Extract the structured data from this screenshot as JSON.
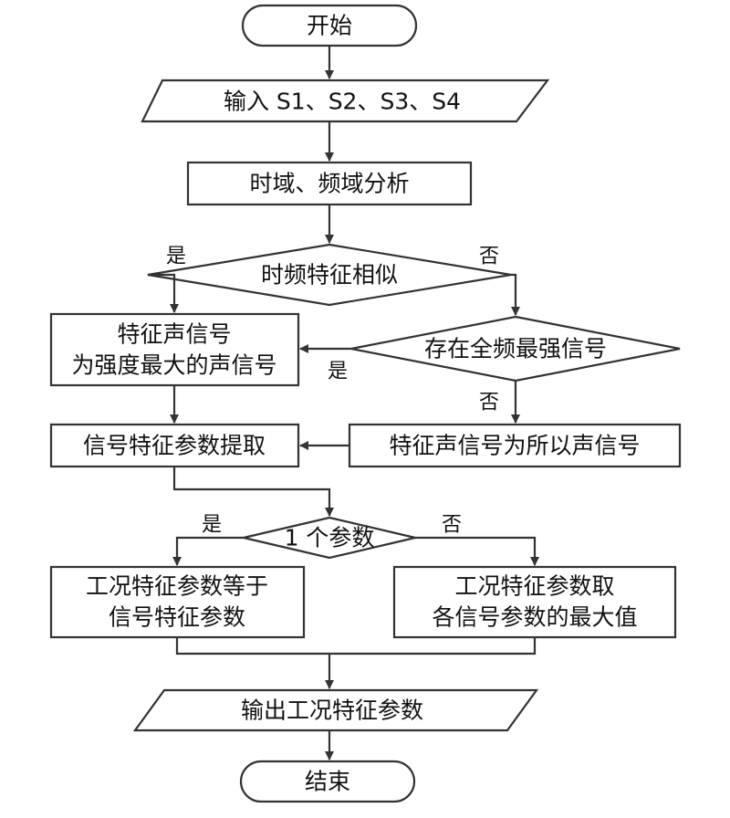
{
  "nodes": {
    "start": "开始",
    "input": "输入 S1、S2、S3、S4",
    "analysis": "时域、频域分析",
    "similar": "时频特征相似",
    "strongest": "存在全频最强信号",
    "max_signal_line1": "特征声信号",
    "max_signal_line2": "为强度最大的声信号",
    "all_signals": "特征声信号为所以声信号",
    "extract": "信号特征参数提取",
    "one_param": "1 个参数",
    "equal_line1": "工况特征参数等于",
    "equal_line2": "信号特征参数",
    "max_value_line1": "工况特征参数取",
    "max_value_line2": "各信号参数的最大值",
    "output": "输出工况特征参数",
    "end": "结束"
  },
  "labels": {
    "yes": "是",
    "no": "否"
  }
}
